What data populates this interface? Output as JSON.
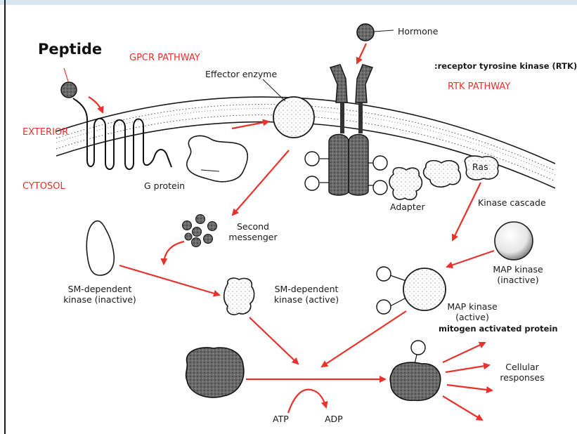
{
  "labels": {
    "peptide": "Peptide",
    "gpcr_pathway": "GPCR PATHWAY",
    "effector_enzyme": "Effector enzyme",
    "hormone": "Hormone",
    "rtk_full": ":receptor tyrosine kinase (RTK):",
    "rtk_pathway": "RTK PATHWAY",
    "exterior": "EXTERIOR",
    "cytosol": "CYTOSOL",
    "g_protein": "G protein",
    "ras": "Ras",
    "adapter": "Adapter",
    "kinase_cascade": "Kinase cascade",
    "second_messenger_1": "Second",
    "second_messenger_2": "messenger",
    "sm_inactive_1": "SM-dependent",
    "sm_inactive_2": "kinase (inactive)",
    "sm_active_1": "SM-dependent",
    "sm_active_2": "kinase (active)",
    "map_inactive_1": "MAP kinase",
    "map_inactive_2": "(inactive)",
    "map_active_1": "MAP kinase",
    "map_active_2": "(active)",
    "mitogen": "mitogen activated protein",
    "cellular_1": "Cellular",
    "cellular_2": "responses",
    "atp": "ATP",
    "adp": "ADP"
  },
  "colors": {
    "arrow": "#e8322c",
    "label_red": "#e8322c",
    "ink": "#1a1a1a",
    "dark_fill": "#5a5a5a"
  }
}
